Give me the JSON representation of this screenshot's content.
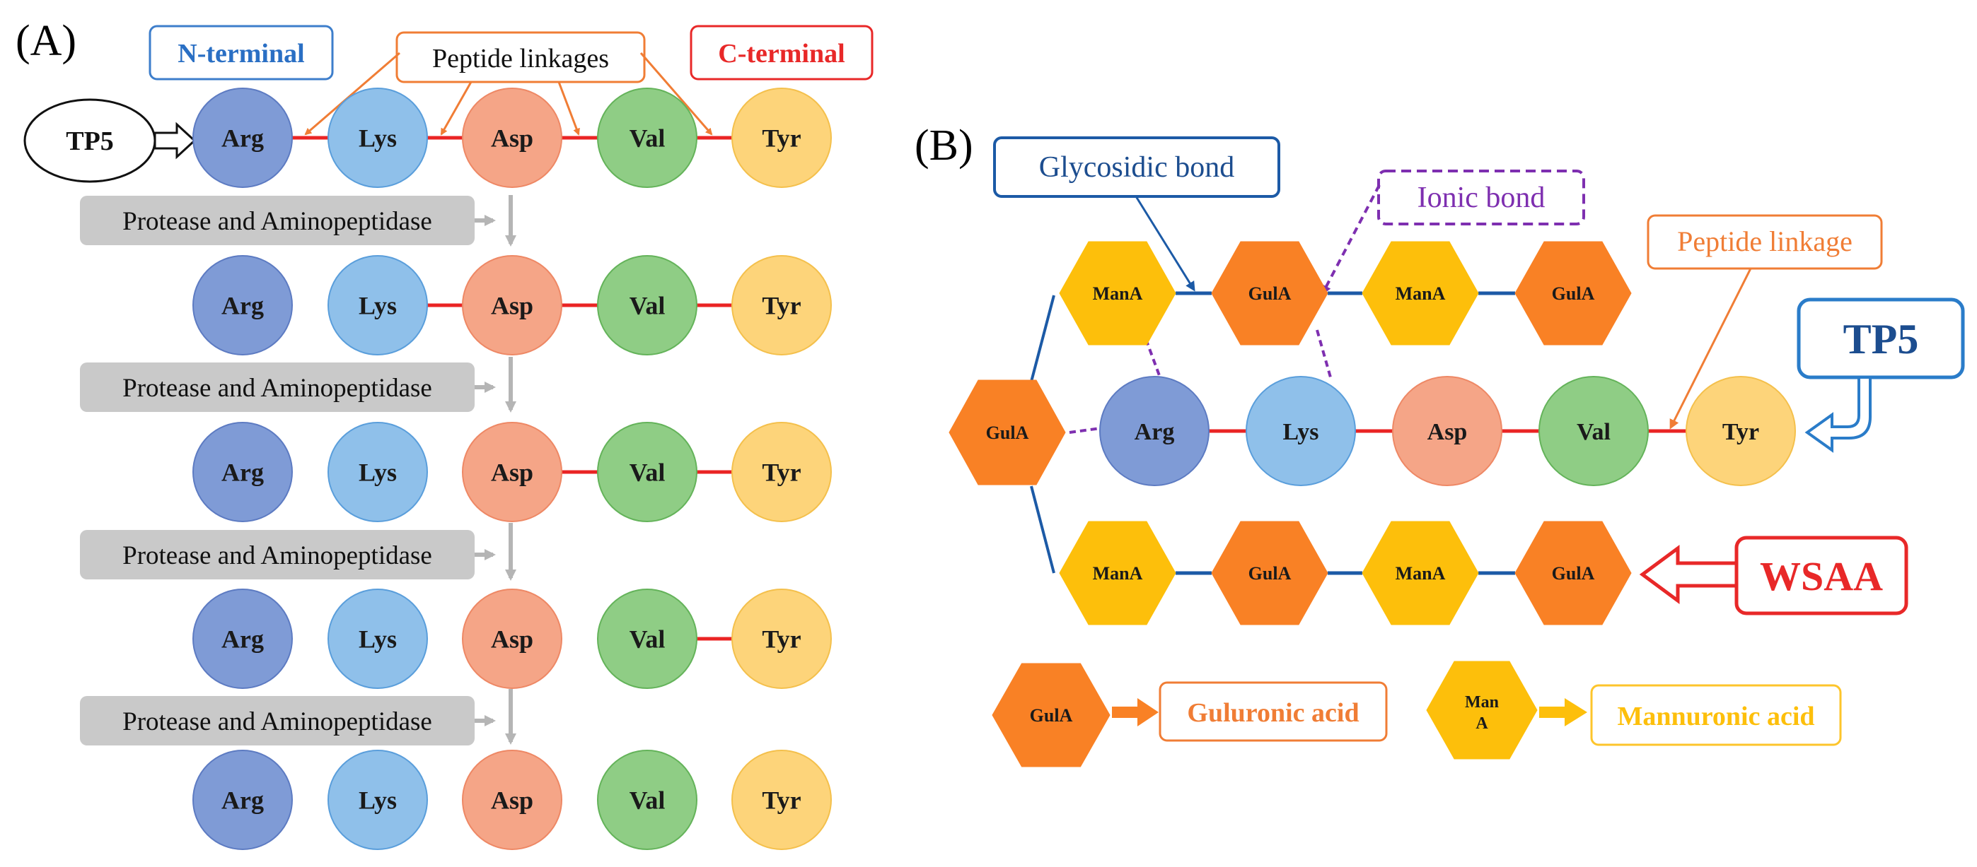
{
  "panel_a": {
    "label": "(A)",
    "n_terminal_label": "N-terminal",
    "c_terminal_label": "C-terminal",
    "peptide_linkages_label": "Peptide linkages",
    "tp5_label": "TP5",
    "enzyme_label": "Protease and Aminopeptidase",
    "residues": [
      "Arg",
      "Lys",
      "Asp",
      "Val",
      "Tyr"
    ],
    "rows": [
      {
        "bonds": [
          true,
          true,
          true,
          true
        ]
      },
      {
        "bonds": [
          false,
          true,
          true,
          true
        ]
      },
      {
        "bonds": [
          false,
          false,
          true,
          true
        ]
      },
      {
        "bonds": [
          false,
          false,
          false,
          true
        ]
      },
      {
        "bonds": [
          false,
          false,
          false,
          false
        ]
      }
    ]
  },
  "panel_b": {
    "label": "(B)",
    "glycosidic_bond_label": "Glycosidic bond",
    "ionic_bond_label": "Ionic bond",
    "peptide_linkage_label": "Peptide linkage",
    "tp5_label": "TP5",
    "wsaa_label": "WSAA",
    "residues": [
      "Arg",
      "Lys",
      "Asp",
      "Val",
      "Tyr"
    ],
    "top_chain": [
      "ManA",
      "GulA",
      "ManA",
      "GulA"
    ],
    "bottom_chain": [
      "ManA",
      "GulA",
      "ManA",
      "GulA"
    ],
    "branch_unit": "GulA",
    "legend": [
      {
        "symbol": "GulA",
        "name": "Guluronic acid"
      },
      {
        "symbol_line1": "Man",
        "symbol_line2": "A",
        "name": "Mannuronic acid"
      }
    ]
  },
  "colors": {
    "arg": "#7f9bd6",
    "lys": "#8fc0ea",
    "asp": "#f5a587",
    "val": "#8fcd85",
    "tyr": "#fdd47a",
    "gula": "#f98125",
    "mana": "#fdbf0b",
    "peptide_red": "#ea2424",
    "glyco_blue": "#1c5aa6",
    "ionic_purple": "#7e2fb0",
    "orange_text": "#f07d35",
    "gray_box": "#c9c9c9"
  }
}
